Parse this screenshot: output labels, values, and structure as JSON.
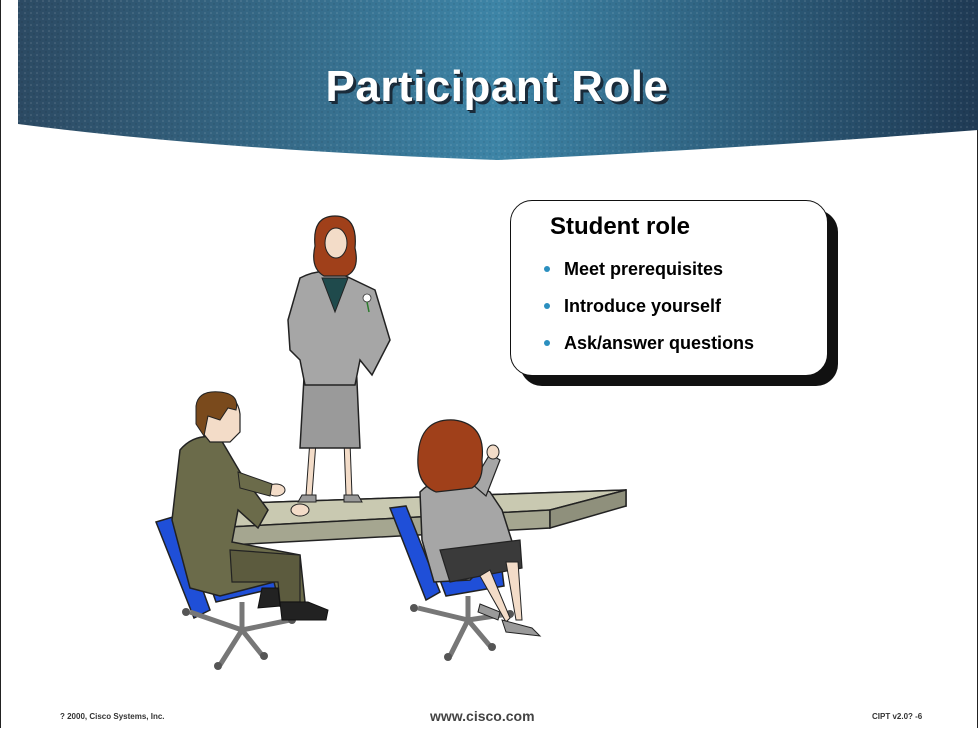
{
  "slide": {
    "title": "Participant Role"
  },
  "callout": {
    "title": "Student role",
    "items": [
      {
        "label": "Meet prerequisites"
      },
      {
        "label": "Introduce yourself"
      },
      {
        "label": "Ask/answer questions"
      }
    ]
  },
  "footer": {
    "copyright": "? 2000, Cisco Systems, Inc.",
    "url": "www.cisco.com",
    "course": "CIPT v2.0?  -6"
  },
  "colors": {
    "banner_dark": "#1d3a52",
    "banner_light": "#3f8fb0",
    "bullet": "#2b8fbf",
    "chair_blue": "#1f4fd8"
  }
}
